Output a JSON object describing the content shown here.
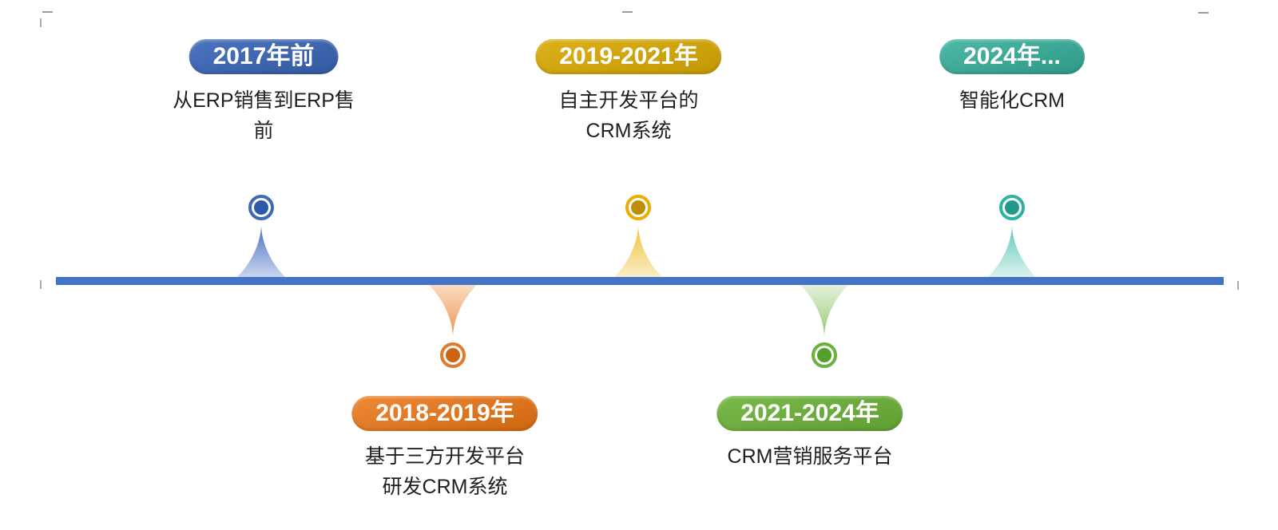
{
  "page": {
    "background": "#ffffff"
  },
  "timeline": {
    "bar_color": "#4472c4",
    "milestones": [
      {
        "period": "2017年前",
        "desc_lines": [
          "从ERP销售到ERP售",
          "前"
        ],
        "side": "top",
        "colors": {
          "pill_from": "#4d74c0",
          "pill_to": "#32589f",
          "ring": "#3f68b5",
          "dot": "#2e59a6",
          "spike_tip": "#4a72c0",
          "spike_base": "#c9d5ef"
        }
      },
      {
        "period": "2018-2019年",
        "desc_lines": [
          "基于三方开发平台",
          "研发CRM系统"
        ],
        "side": "bottom",
        "colors": {
          "pill_from": "#ee8a37",
          "pill_to": "#d0650f",
          "ring": "#e07b2d",
          "dot": "#ca6512",
          "spike_tip": "#eb9751",
          "spike_base": "#f9dcc1"
        }
      },
      {
        "period": "2019-2021年",
        "desc_lines": [
          "自主开发平台的",
          "CRM系统"
        ],
        "side": "top",
        "colors": {
          "pill_from": "#ddb11a",
          "pill_to": "#c19803",
          "ring": "#e9ae00",
          "dot": "#bd8d04",
          "spike_tip": "#ecc23e",
          "spike_base": "#faeec5"
        }
      },
      {
        "period": "2021-2024年",
        "desc_lines": [
          "CRM营销服务平台"
        ],
        "side": "bottom",
        "colors": {
          "pill_from": "#7ab94b",
          "pill_to": "#5f9e31",
          "ring": "#69b23e",
          "dot": "#55a02c",
          "spike_tip": "#96ca75",
          "spike_base": "#e5f2db"
        }
      },
      {
        "period": "2024年...",
        "desc_lines": [
          "智能化CRM"
        ],
        "side": "top",
        "colors": {
          "pill_from": "#4db9a7",
          "pill_to": "#2f9886",
          "ring": "#2cb4a2",
          "dot": "#21998a",
          "spike_tip": "#5fc8b8",
          "spike_base": "#dcf2ee"
        }
      }
    ]
  }
}
